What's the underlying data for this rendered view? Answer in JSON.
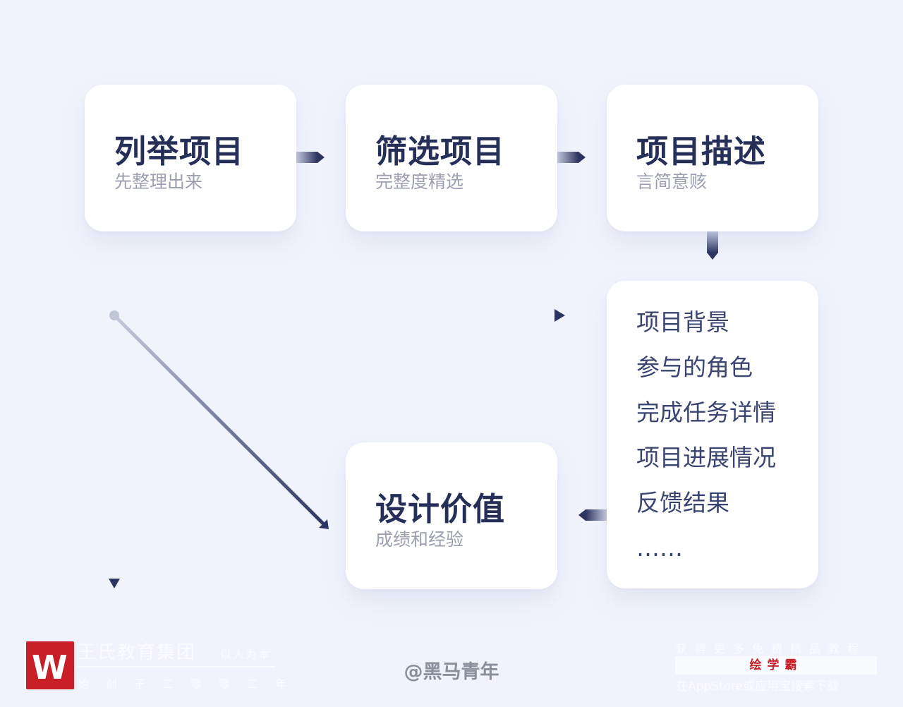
{
  "steps": [
    {
      "title": "列举项目",
      "subtitle": "先整理出来"
    },
    {
      "title": "筛选项目",
      "subtitle": "完整度精选"
    },
    {
      "title": "项目描述",
      "subtitle": "言简意赅"
    },
    {
      "title": "设计价值",
      "subtitle": "成绩和经验"
    }
  ],
  "details": [
    "项目背景",
    "参与的角色",
    "完成任务详情",
    "项目进展情况",
    "反馈结果",
    "……"
  ],
  "colors": {
    "background": "#f1f3fc",
    "card": "#ffffff",
    "title": "#252f57",
    "subtitle": "#9b9fb0",
    "arrow": "#2c3561",
    "brand_red": "#c71e27"
  },
  "footer": {
    "watermark": "@黑马青年",
    "brand_name": "王氏教育集团",
    "brand_slogan": "以人为本",
    "brand_sub": "始创于二零零二年",
    "logo_icon": "w-logo-icon",
    "promo_top": "获得更多免费精品教程",
    "promo_app": "绘学霸",
    "promo_bottom": "在AppStore或应用宝搜索下载"
  }
}
